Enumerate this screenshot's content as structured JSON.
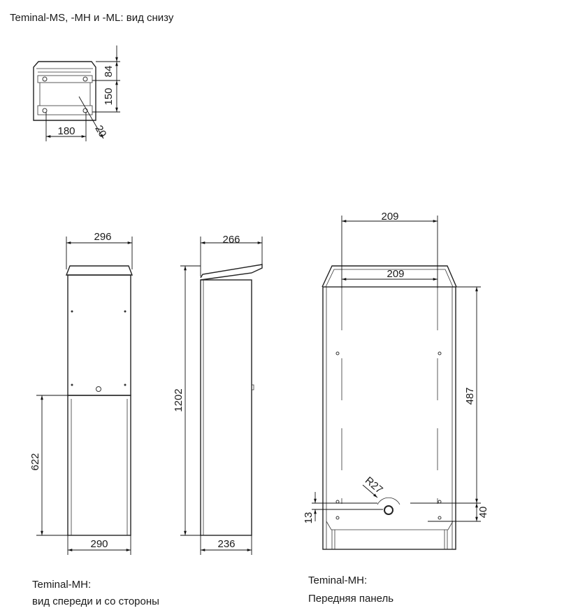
{
  "title": "Teminal-MS, -MH и -ML: вид снизу",
  "bottom_view": {
    "dims": {
      "depth_top": "84",
      "depth_bottom": "150",
      "width": "180",
      "hole": "20"
    }
  },
  "front_view": {
    "dims": {
      "top_width": "296",
      "lower_height": "622",
      "bottom_width": "290"
    }
  },
  "side_view": {
    "dims": {
      "top_width": "266",
      "total_height": "1202",
      "bottom_width": "236"
    }
  },
  "front_panel": {
    "dims": {
      "outer_width": "209",
      "inner_width": "209",
      "height": "487",
      "bottom_offset": "40",
      "lock_offset": "13",
      "radius": "R27"
    }
  },
  "captions": {
    "left_line1": "Teminal-MH:",
    "left_line2": "вид спереди и со стороны",
    "right_line1": "Teminal-MH:",
    "right_line2": "Передняя панель"
  }
}
